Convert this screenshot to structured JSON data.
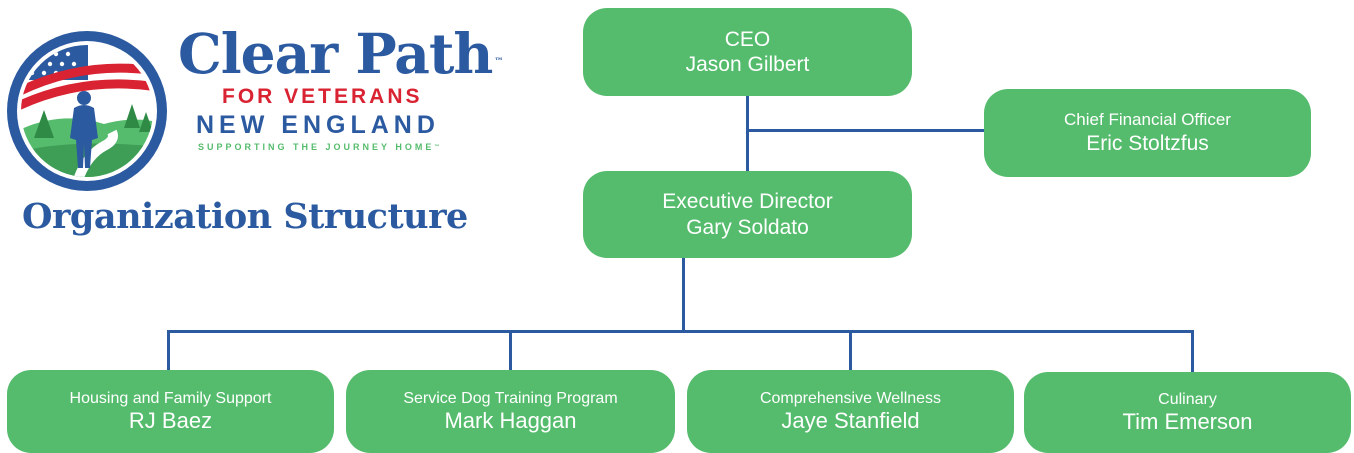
{
  "logo": {
    "brand": "Clear Path",
    "trademark": "™",
    "subtitle": "FOR VETERANS",
    "region": "NEW ENGLAND",
    "tagline": "SUPPORTING THE JOURNEY HOME",
    "colors": {
      "blue": "#2b5aa0",
      "red": "#d92332",
      "green": "#56bc6d"
    }
  },
  "page_title": "Organization Structure",
  "colors": {
    "box": "#56bc6d",
    "box_text": "#ffffff",
    "connector": "#2b5aa0",
    "background": "#ffffff"
  },
  "org": {
    "ceo": {
      "role": "CEO",
      "name": "Jason Gilbert"
    },
    "cfo": {
      "role": "Chief Financial Officer",
      "name": "Eric Stoltzfus"
    },
    "executive_director": {
      "role": "Executive Director",
      "name": "Gary Soldato"
    },
    "departments": [
      {
        "role": "Housing and Family Support",
        "name": "RJ Baez"
      },
      {
        "role": "Service Dog Training Program",
        "name": "Mark Haggan"
      },
      {
        "role": "Comprehensive Wellness",
        "name": "Jaye Stanfield"
      },
      {
        "role": "Culinary",
        "name": "Tim Emerson"
      }
    ]
  }
}
